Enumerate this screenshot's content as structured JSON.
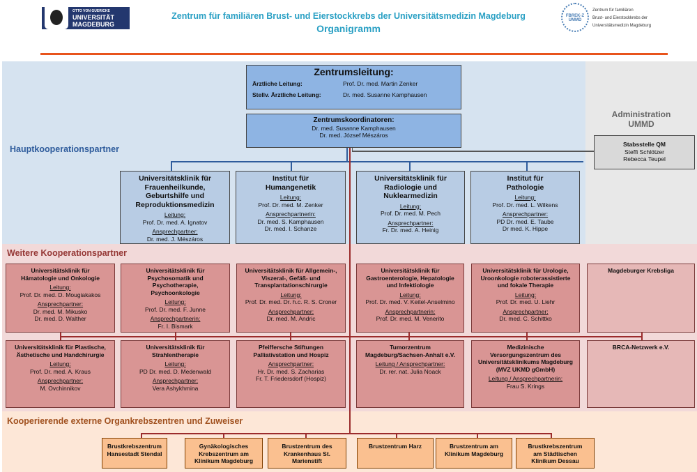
{
  "header": {
    "title": "Zentrum für familiären Brust- und Eierstockkrebs der Universitätsmedizin Magdeburg",
    "subtitle": "Organigramm",
    "logo_left": {
      "line1": "OTTO VON GUERICKE",
      "line2": "UNIVERSITÄT",
      "line3": "MAGDEBURG"
    },
    "logo_right": {
      "seal": "FBREK-Z UMMD",
      "line1": "Zentrum für familiären",
      "line2": "Brust- und Eierstockkrebs der",
      "line3": "Universitätsmedizin Magdeburg"
    },
    "accent_color": "#e8541c"
  },
  "leitung": {
    "title": "Zentrumsleitung:",
    "rows": [
      {
        "role": "Ärztliche Leitung:",
        "name": "Prof. Dr. med. Martin Zenker"
      },
      {
        "role": "Stellv. Ärztliche Leitung:",
        "name": "Dr. med. Susanne Kamphausen"
      }
    ]
  },
  "koordinatoren": {
    "title": "Zentrumskoordinatoren:",
    "names": [
      "Dr. med. Susanne Kamphausen",
      "Dr. med. József Mészáros"
    ]
  },
  "administration": {
    "title_lines": [
      "Administration",
      "UMMD"
    ],
    "box": {
      "title": "Stabsstelle QM",
      "names": [
        "Steffi Schlötzer",
        "Rebecca Teupel"
      ]
    }
  },
  "sections": {
    "haupt": "Hauptkooperationspartner",
    "weitere": "Weitere Kooperationspartner",
    "extern": "Kooperierende externe Organkrebszentren und Zuweiser"
  },
  "colors": {
    "haupt": "#2f5c9c",
    "weitere": "#953735",
    "extern": "#a0501e"
  },
  "haupt_boxes": [
    {
      "title": [
        "Universitätsklinik für",
        "Frauenheilkunde,",
        "Geburtshilfe und",
        "Reproduktionsmedizin"
      ],
      "sections": [
        {
          "label": "Leitung:",
          "names": [
            "Prof. Dr. med. A. Ignatov"
          ]
        },
        {
          "label": "Ansprechpartner:",
          "names": [
            "Dr. med. J. Mészáros"
          ]
        }
      ]
    },
    {
      "title": [
        "Institut für",
        "Humangenetik"
      ],
      "sections": [
        {
          "label": "Leitung:",
          "names": [
            "Prof. Dr. med. M. Zenker"
          ]
        },
        {
          "label": "Ansprechpartnerin:",
          "names": [
            "Dr. med. S. Kamphausen",
            "Dr. med. I. Schanze"
          ]
        }
      ]
    },
    {
      "title": [
        "Universitätsklinik für",
        "Radiologie und",
        "Nuklearmedizin"
      ],
      "sections": [
        {
          "label": "Leitung:",
          "names": [
            "Prof. Dr. med. M. Pech"
          ]
        },
        {
          "label": "Ansprechpartner:",
          "names": [
            "Fr. Dr. med. A. Heinig"
          ]
        }
      ]
    },
    {
      "title": [
        "Institut für",
        "Pathologie"
      ],
      "sections": [
        {
          "label": "Leitung:",
          "names": [
            "Prof. Dr. med. L. Wilkens"
          ]
        },
        {
          "label": "Ansprechpartner:",
          "names": [
            "PD Dr. med. E. Taube",
            "Dr med. K. Hippe"
          ]
        }
      ]
    }
  ],
  "weitere_boxes": [
    {
      "title": [
        "Universitätsklinik für",
        "Hämatologie und Onkologie"
      ],
      "sections": [
        {
          "label": "Leitung:",
          "names": [
            "Prof. Dr. med. D. Mougiakakos"
          ]
        },
        {
          "label": "Ansprechpartner:",
          "names": [
            "Dr. med. M. Mikusko",
            "Dr. med. D. Walther"
          ]
        }
      ]
    },
    {
      "title": [
        "Universitätsklinik für",
        "Psychosomatik und",
        "Psychotherapie,",
        "Psychoonkologie"
      ],
      "sections": [
        {
          "label": "Leitung:",
          "names": [
            "Prof. Dr. med. F. Junne"
          ]
        },
        {
          "label": "Ansprechpartnerin:",
          "names": [
            "Fr. I. Bismark"
          ]
        }
      ]
    },
    {
      "title": [
        "Universitätsklinik für Allgemein-,",
        "Viszeral-, Gefäß- und",
        "Transplantationschirurgie"
      ],
      "sections": [
        {
          "label": "Leitung:",
          "names": [
            "Prof. Dr. med. Dr. h.c. R. S. Croner"
          ]
        },
        {
          "label": "Ansprechpartner:",
          "names": [
            "Dr. med. M. Andric"
          ]
        }
      ]
    },
    {
      "title": [
        "Universitätsklinik für",
        "Gastroenterologie, Hepatologie",
        "und Infektiologie"
      ],
      "sections": [
        {
          "label": "Leitung:",
          "names": [
            "Prof. Dr. med. V. Keitel-Anselmino"
          ]
        },
        {
          "label": "Ansprechpartnerin:",
          "names": [
            "Prof. Dr. med. M. Venerito"
          ]
        }
      ]
    },
    {
      "title": [
        "Universitätsklinik für Urologie,",
        "Uroonkologie roboterassistierte",
        "und fokale Therapie"
      ],
      "sections": [
        {
          "label": "Leitung:",
          "names": [
            "Prof. Dr. med. U. Liehr"
          ]
        },
        {
          "label": "Ansprechpartner:",
          "names": [
            "Dr. med. C. Schittko"
          ]
        }
      ]
    },
    {
      "title": [
        "Magdeburger Krebsliga"
      ],
      "sections": [],
      "light": true
    },
    {
      "title": [
        "Universitätsklinik für Plastische,",
        "Ästhetische und Handchirurgie"
      ],
      "sections": [
        {
          "label": "Leitung:",
          "names": [
            "Prof. Dr. med. A. Kraus"
          ]
        },
        {
          "label": "Ansprechpartner:",
          "names": [
            "M. Ovchinnikov"
          ]
        }
      ]
    },
    {
      "title": [
        "Universitätsklinik für",
        "Strahlentherapie"
      ],
      "sections": [
        {
          "label": "Leitung:",
          "names": [
            "PD Dr. med. D. Medenwald"
          ]
        },
        {
          "label": "Ansprechpartner:",
          "names": [
            "Vera Ashykhmina"
          ]
        }
      ]
    },
    {
      "title": [
        "Pfeiffersche Stiftungen",
        "Palliativstation und Hospiz"
      ],
      "sections": [
        {
          "label": "Ansprechpartner:",
          "names": [
            "Hr. Dr. med. S. Zacharias",
            "Fr. T. Friedersdorf (Hospiz)"
          ]
        }
      ]
    },
    {
      "title": [
        "Tumorzentrum",
        "Magdeburg/Sachsen-Anhalt e.V."
      ],
      "sections": [
        {
          "label": "Leitung / Ansprechpartner:",
          "names": [
            "Dr. rer. nat. Julia Noack"
          ]
        }
      ]
    },
    {
      "title": [
        "Medizinische",
        "Versorgungszentrum des",
        "Universitätsklinikums Magdeburg",
        "(MVZ UKMD gGmbH)"
      ],
      "sections": [
        {
          "label": "Leitung / Ansprechpartnerin:",
          "names": [
            "Frau S. Krings"
          ]
        }
      ]
    },
    {
      "title": [
        "BRCA-Netzwerk e.V."
      ],
      "sections": [],
      "light": true
    }
  ],
  "extern_boxes": [
    {
      "title": [
        "Brustkrebszentrum",
        "Hansestadt Stendal"
      ]
    },
    {
      "title": [
        "Gynäkologisches",
        "Krebszentrum am",
        "Klinikum Magdeburg"
      ]
    },
    {
      "title": [
        "Brustzentrum des",
        "Krankenhaus St.",
        "Marienstift"
      ]
    },
    {
      "title": [
        "Brustzentrum Harz"
      ]
    },
    {
      "title": [
        "Brustzentrum am",
        "Klinikum Magdeburg"
      ]
    },
    {
      "title": [
        "Brustkrebszentrum",
        "am Städtischen",
        "Klinikum Dessau"
      ]
    }
  ]
}
